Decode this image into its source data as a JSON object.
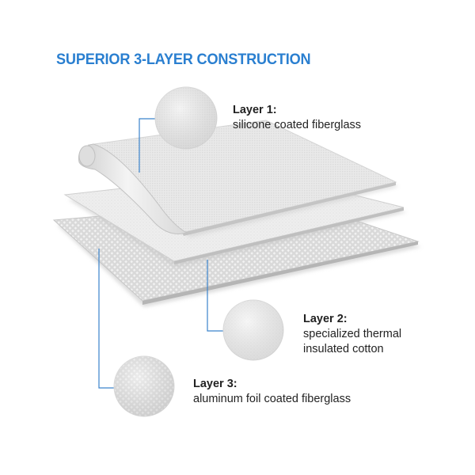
{
  "title": "SUPERIOR 3-LAYER CONSTRUCTION",
  "layers": [
    {
      "heading": "Layer 1:",
      "description": "silicone coated fiberglass"
    },
    {
      "heading": "Layer 2:",
      "description": "specialized thermal\ninsulated cotton"
    },
    {
      "heading": "Layer 3:",
      "description": "aluminum foil coated fiberglass"
    }
  ],
  "colors": {
    "accent": "#2a7fd0",
    "leader_line": "#3a83cc",
    "text": "#222222"
  }
}
